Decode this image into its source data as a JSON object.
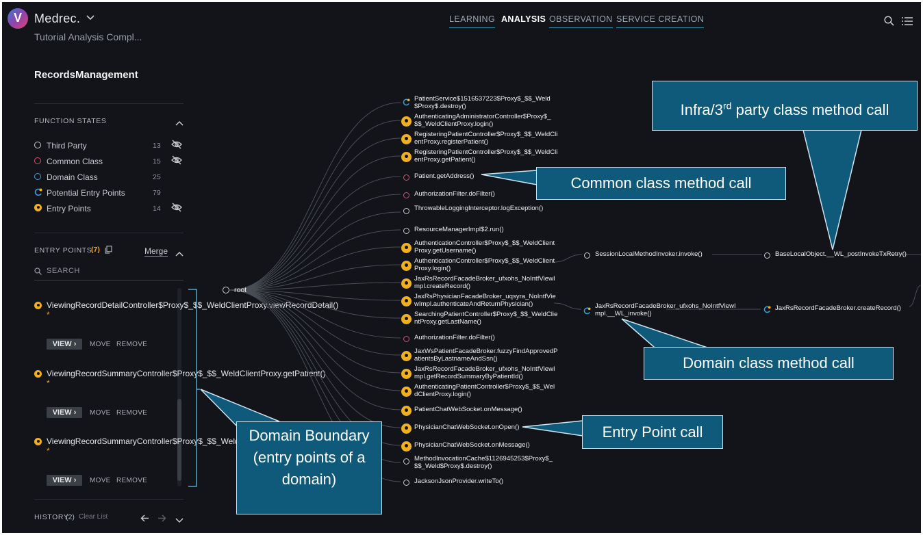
{
  "app": {
    "name": "Medrec.",
    "subtitle": "Tutorial Analysis Compl..."
  },
  "nav": {
    "tabs": [
      "LEARNING",
      "ANALYSIS",
      "OBSERVATION",
      "SERVICE CREATION"
    ],
    "active": "ANALYSIS"
  },
  "sidebar": {
    "title": "RecordsManagement",
    "function_states": {
      "title": "FUNCTION STATES",
      "items": [
        {
          "label": "Third Party",
          "count": "13"
        },
        {
          "label": "Common Class",
          "count": "15"
        },
        {
          "label": "Domain Class",
          "count": "25"
        },
        {
          "label": "Potential Entry Points",
          "count": "79"
        },
        {
          "label": "Entry Points",
          "count": "14"
        }
      ]
    },
    "entry_points": {
      "title": "ENTRY POINTS",
      "count": "(7)",
      "merge": "Merge",
      "search_placeholder": "SEARCH",
      "items": [
        {
          "name": "ViewingRecordDetailController$Proxy$_$$_WeldClientProxy.viewRecordDetail()"
        },
        {
          "name": "ViewingRecordSummaryController$Proxy$_$$_WeldClientProxy.getPatient()"
        },
        {
          "name": "ViewingRecordSummaryController$Proxy$_$$_WeldClientProxy.viewRecordSummary()"
        }
      ],
      "view_label": "VIEW",
      "move_label": "MOVE",
      "remove_label": "REMOVE"
    },
    "history": {
      "title": "HISTORY",
      "count": "(2)",
      "clear": "Clear List"
    }
  },
  "graph": {
    "root": "root",
    "nodes": [
      {
        "type": "potential",
        "text": "PatientService$1516537223$Proxy$_$$_Weld$Proxy$.destroy()"
      },
      {
        "type": "entry",
        "text": "AuthenticatingAdministratorController$Proxy$_$$_WeldClientProxy.login()"
      },
      {
        "type": "entry",
        "text": "RegisteringPatientController$Proxy$_$$_WeldClientProxy.registerPatient()"
      },
      {
        "type": "entry",
        "text": "RegisteringPatientController$Proxy$_$$_WeldClientProxy.getPatient()"
      },
      {
        "type": "common",
        "text": "Patient.getAddress()"
      },
      {
        "type": "common",
        "text": "AuthorizationFilter.doFilter()"
      },
      {
        "type": "third",
        "text": "ThrowableLoggingInterceptor.logException()"
      },
      {
        "type": "third",
        "text": "ResourceManagerImpl$2.run()"
      },
      {
        "type": "entry",
        "text": "AuthenticationController$Proxy$_$$_WeldClientProxy.getUsername()"
      },
      {
        "type": "entry",
        "text": "AuthenticationController$Proxy$_$$_WeldClientProxy.login()"
      },
      {
        "type": "entry",
        "text": "JaxRsRecordFacadeBroker_ufxohs_NoIntfViewImpl.createRecord()"
      },
      {
        "type": "entry",
        "text": "JaxRsPhysicianFacadeBroker_uqsyra_NoIntfViewImpl.authenticateAndReturnPhysician()"
      },
      {
        "type": "entry",
        "text": "SearchingPatientController$Proxy$_$$_WeldClientProxy.getLastName()"
      },
      {
        "type": "common",
        "text": "AuthorizationFilter.doFilter()"
      },
      {
        "type": "entry",
        "text": "JaxWsPatientFacadeBroker.fuzzyFindApprovedPatientsByLastnameAndSsn()"
      },
      {
        "type": "entry",
        "text": "JaxRsRecordFacadeBroker_ufxohs_NoIntfViewImpl.getRecordSummaryByPatientId()"
      },
      {
        "type": "entry",
        "text": "AuthenticatingPatientController$Proxy$_$$_WeldClientProxy.login()"
      },
      {
        "type": "entry",
        "text": "PatientChatWebSocket.onMessage()"
      },
      {
        "type": "entry",
        "text": "PhysicianChatWebSocket.onOpen()"
      },
      {
        "type": "entry",
        "text": "PhysicianChatWebSocket.onMessage()"
      },
      {
        "type": "third",
        "text": "MethodInvocationCache$1126945253$Proxy$_$$_Weld$Proxy$.destroy()"
      },
      {
        "type": "third",
        "text": "JacksonJsonProvider.writeTo()"
      }
    ],
    "second_level": [
      {
        "type": "third",
        "text": "SessionLocalMethodInvoker.invoke()"
      },
      {
        "type": "third",
        "text": "BaseLocalObject.__WL_postInvokeTxRetry()"
      },
      {
        "type": "potential",
        "text": "JaxRsRecordFacadeBroker_ufxohs_NoIntfViewImpl.__WL_invoke()"
      },
      {
        "type": "potential",
        "text": "JaxRsRecordFacadeBroker.createRecord()"
      }
    ]
  },
  "callouts": {
    "infra": "Infra/3rd party class method call",
    "common": "Common class method call",
    "domain": "Domain class method call",
    "entry": "Entry Point call",
    "boundary": "Domain Boundary (entry points of a domain)"
  },
  "colors": {
    "bg": "#121419",
    "accent": "#f2b01e",
    "common": "#e44d6a",
    "domain": "#3aa0d8",
    "callout": "#0f5a7a"
  }
}
